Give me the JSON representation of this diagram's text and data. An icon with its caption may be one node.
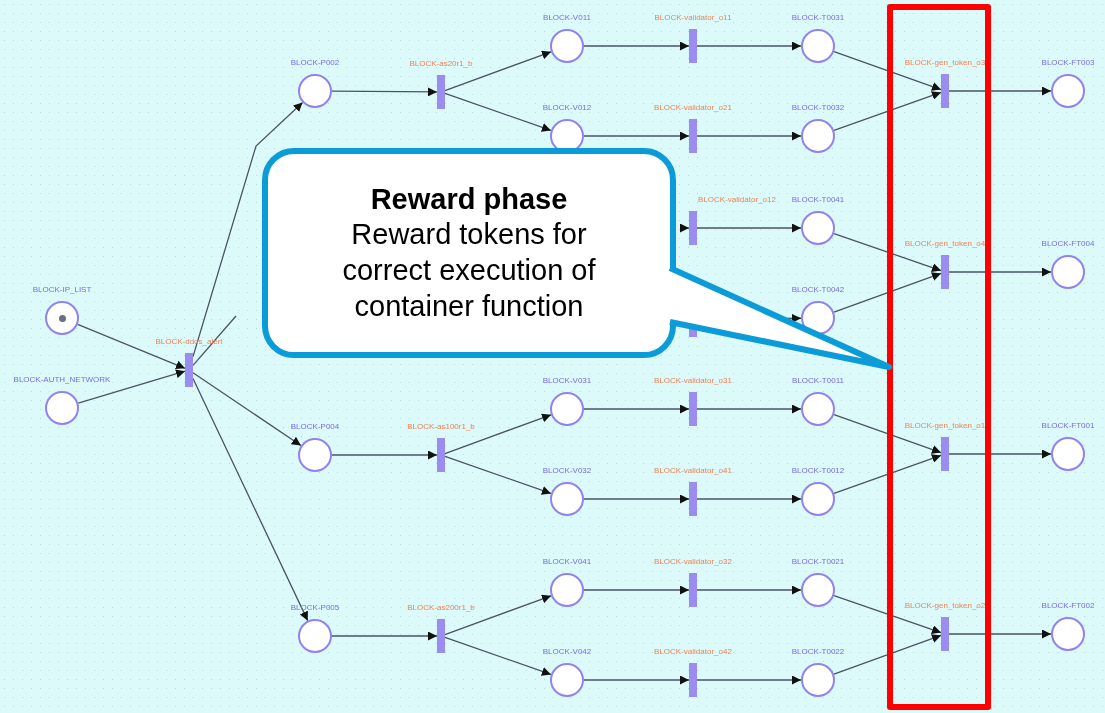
{
  "diagram": {
    "nodes": [
      {
        "text": [
          "BLOCK-IP_LIST"
        ]
      },
      {
        "text": [
          "BLOCK-AUTH_NETWORK"
        ]
      },
      {
        "text": [
          "BLOCK-ddos_alert"
        ]
      },
      {
        "text": [
          "BLOCK-P002"
        ]
      },
      {
        "text": [
          "BLOCK-P004"
        ]
      },
      {
        "text": [
          "BLOCK-P005"
        ]
      },
      {
        "text": [
          "BLOCK-as20r1_b"
        ]
      },
      {
        "text": [
          "BLOCK-as100r1_b"
        ]
      },
      {
        "text": [
          "BLOCK-as200r1_b"
        ]
      },
      {
        "text": [
          "BLOCK-V011"
        ]
      },
      {
        "text": [
          "BLOCK-V012"
        ]
      },
      {
        "text": [
          "BLOCK-V031"
        ]
      },
      {
        "text": [
          "BLOCK-V032"
        ]
      },
      {
        "text": [
          "BLOCK-V041"
        ]
      },
      {
        "text": [
          "BLOCK-V042"
        ]
      },
      {
        "text": [
          "BLOCK-validator_o11"
        ]
      },
      {
        "text": [
          "BLOCK-validator_o21"
        ]
      },
      {
        "text": [
          "BLOCK-validator_o12"
        ]
      },
      {
        "text": [],
        "shape": "bar"
      },
      {
        "text": [
          "BLOCK-validator_o31"
        ]
      },
      {
        "text": [
          "BLOCK-validator_o41"
        ]
      },
      {
        "text": [
          "BLOCK-validator_o32"
        ]
      },
      {
        "text": [
          "BLOCK-validator_o42"
        ]
      },
      {
        "text": [
          "BLOCK-T0031"
        ]
      },
      {
        "text": [
          "BLOCK-T0032"
        ]
      },
      {
        "text": [
          "BLOCK-T0041"
        ]
      },
      {
        "text": [
          "BLOCK-T0042"
        ]
      },
      {
        "text": [
          "BLOCK-T0011"
        ]
      },
      {
        "text": [
          "BLOCK-T0012"
        ]
      },
      {
        "text": [
          "BLOCK-T0021"
        ]
      },
      {
        "text": [
          "BLOCK-T0022"
        ]
      },
      {
        "text": [
          "BLOCK-gen_token_o3"
        ]
      },
      {
        "text": [
          "BLOCK-gen_token_o4"
        ]
      },
      {
        "text": [
          "BLOCK-gen_token_o1"
        ]
      },
      {
        "text": [
          "BLOCK-gen_token_o2"
        ]
      },
      {
        "text": [
          "BLOCK-FT003"
        ]
      },
      {
        "text": [
          "BLOCK-FT004"
        ]
      },
      {
        "text": [
          "BLOCK-FT001"
        ]
      },
      {
        "text": [
          "BLOCK-FT002"
        ]
      },
      {
        "text": [
          "Reward phase",
          "Reward tokens for correct execution of container function"
        ]
      }
    ],
    "edges": [
      {
        "from": 0,
        "to": 2,
        "arrow": "to"
      },
      {
        "from": 1,
        "to": 2,
        "arrow": "to"
      },
      {
        "from": 2,
        "to": 3,
        "arrow": "to"
      },
      {
        "from": 2,
        "to": null,
        "arrow": "none"
      },
      {
        "from": 2,
        "to": 4,
        "arrow": "to"
      },
      {
        "from": 2,
        "to": 5,
        "arrow": "to"
      },
      {
        "from": 3,
        "to": 6,
        "arrow": "to"
      },
      {
        "from": 6,
        "to": 9,
        "arrow": "to"
      },
      {
        "from": 6,
        "to": 10,
        "arrow": "to"
      },
      {
        "from": 9,
        "to": 15,
        "arrow": "to"
      },
      {
        "from": 10,
        "to": 16,
        "arrow": "to"
      },
      {
        "from": 15,
        "to": 23,
        "arrow": "to"
      },
      {
        "from": 16,
        "to": 24,
        "arrow": "to"
      },
      {
        "from": 23,
        "to": 31,
        "arrow": "to"
      },
      {
        "from": 24,
        "to": 31,
        "arrow": "to"
      },
      {
        "from": 31,
        "to": 35,
        "arrow": "to"
      },
      {
        "from": null,
        "to": 17,
        "arrow": "to"
      },
      {
        "from": 17,
        "to": 25,
        "arrow": "to"
      },
      {
        "from": 18,
        "to": 26,
        "arrow": "to"
      },
      {
        "from": 25,
        "to": 32,
        "arrow": "to"
      },
      {
        "from": 26,
        "to": 32,
        "arrow": "to"
      },
      {
        "from": 32,
        "to": 36,
        "arrow": "to"
      },
      {
        "from": 4,
        "to": 7,
        "arrow": "to"
      },
      {
        "from": 7,
        "to": 11,
        "arrow": "to"
      },
      {
        "from": 7,
        "to": 12,
        "arrow": "to"
      },
      {
        "from": 11,
        "to": 19,
        "arrow": "to"
      },
      {
        "from": 12,
        "to": 20,
        "arrow": "to"
      },
      {
        "from": 19,
        "to": 27,
        "arrow": "to"
      },
      {
        "from": 20,
        "to": 28,
        "arrow": "to"
      },
      {
        "from": 27,
        "to": 33,
        "arrow": "to"
      },
      {
        "from": 28,
        "to": 33,
        "arrow": "to"
      },
      {
        "from": 33,
        "to": 37,
        "arrow": "to"
      },
      {
        "from": 5,
        "to": 8,
        "arrow": "to"
      },
      {
        "from": 8,
        "to": 13,
        "arrow": "to"
      },
      {
        "from": 8,
        "to": 14,
        "arrow": "to"
      },
      {
        "from": 13,
        "to": 21,
        "arrow": "to"
      },
      {
        "from": 14,
        "to": 22,
        "arrow": "to"
      },
      {
        "from": 21,
        "to": 29,
        "arrow": "to"
      },
      {
        "from": 22,
        "to": 30,
        "arrow": "to"
      },
      {
        "from": 29,
        "to": 34,
        "arrow": "to"
      },
      {
        "from": 30,
        "to": 34,
        "arrow": "to"
      },
      {
        "from": 34,
        "to": 38,
        "arrow": "to"
      }
    ]
  }
}
